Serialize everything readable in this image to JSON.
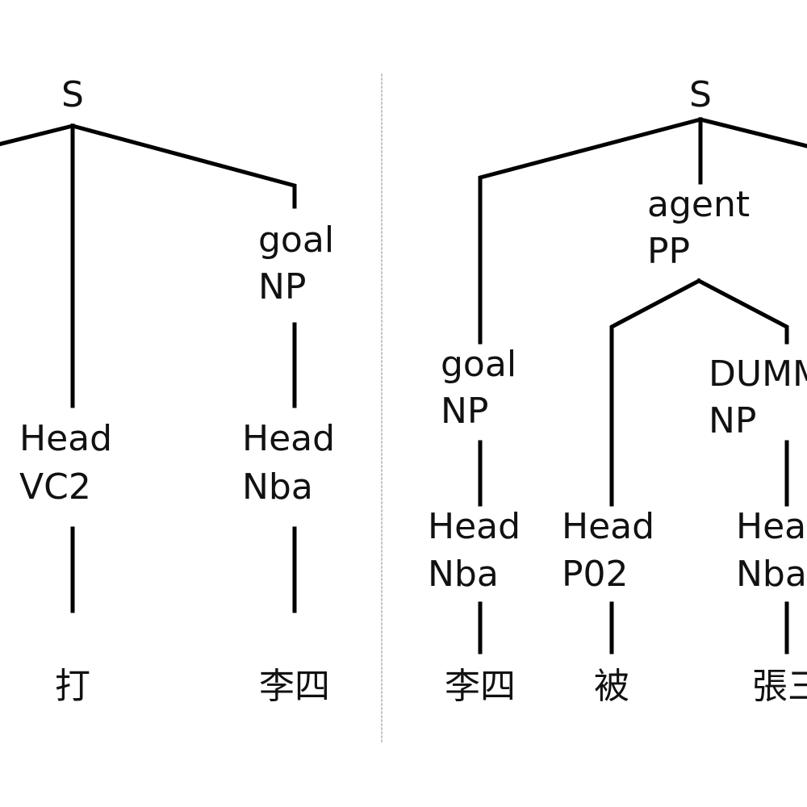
{
  "left_tree": {
    "root": "S",
    "goal": {
      "role": "goal",
      "category": "NP"
    },
    "verb_head": {
      "role": "Head",
      "category": "VC2"
    },
    "goal_head": {
      "role": "Head",
      "category": "Nba"
    },
    "words": [
      "打",
      "李四"
    ]
  },
  "right_tree": {
    "root": "S",
    "goal": {
      "role": "goal",
      "category": "NP"
    },
    "agent": {
      "role": "agent",
      "category": "PP"
    },
    "dummy": {
      "role": "DUMMY",
      "category": "NP"
    },
    "goal_head": {
      "role": "Head",
      "category": "Nba"
    },
    "prep_head": {
      "role": "Head",
      "category": "P02"
    },
    "dummy_head": {
      "role": "Head",
      "category": "Nba"
    },
    "words": [
      "李四",
      "被",
      "張三"
    ]
  }
}
